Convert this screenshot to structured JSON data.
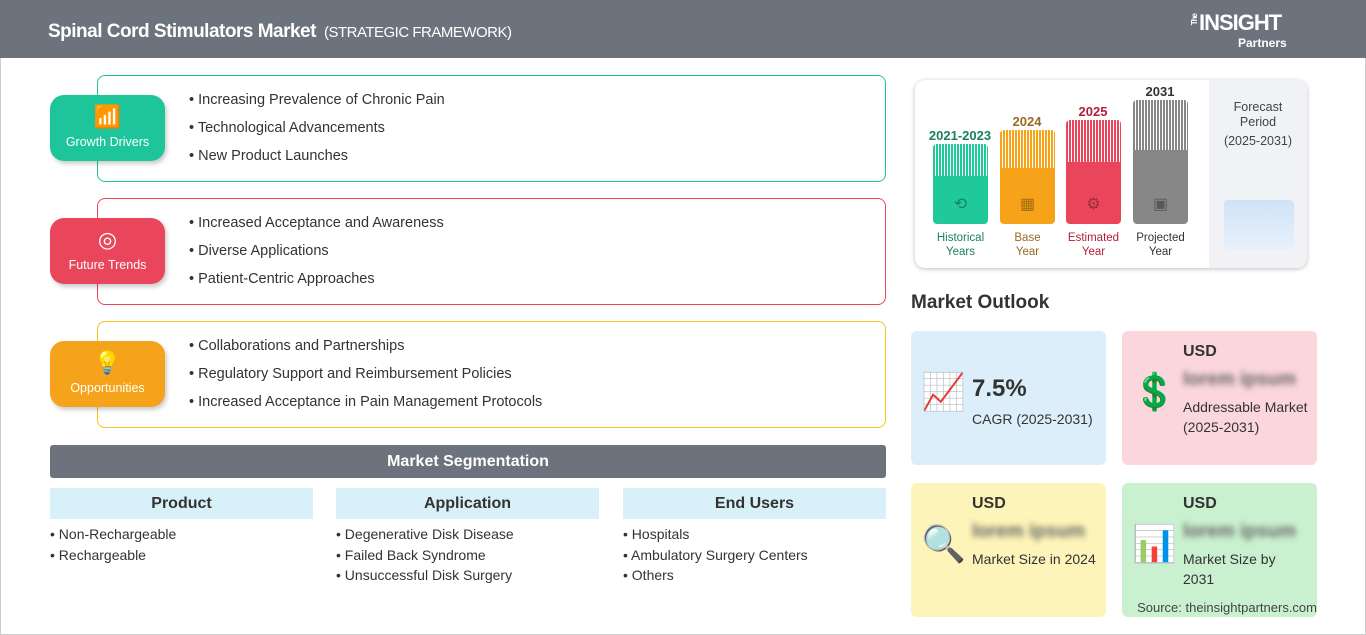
{
  "header": {
    "title": "Spinal Cord Stimulators Market",
    "subtitle": "(STRATEGIC FRAMEWORK)",
    "logo": {
      "the": "The",
      "insight": "INSIGHT",
      "partners": "Partners"
    }
  },
  "framework": [
    {
      "label": "Growth Drivers",
      "icon": "growth-chart-icon",
      "color": "#1fc59a",
      "items": [
        "Increasing Prevalence of Chronic Pain",
        "Technological Advancements",
        "New Product Launches"
      ]
    },
    {
      "label": "Future Trends",
      "icon": "target-icon",
      "color": "#e9455b",
      "items": [
        "Increased Acceptance and Awareness",
        "Diverse Applications",
        "Patient-Centric Approaches"
      ]
    },
    {
      "label": "Opportunities",
      "icon": "lightbulb-hand-icon",
      "color": "#f5a31a",
      "items": [
        "Collaborations and Partnerships",
        "Regulatory Support and Reimbursement Policies",
        "Increased Acceptance in Pain Management Protocols"
      ]
    }
  ],
  "segmentation": {
    "title": "Market Segmentation",
    "columns": [
      {
        "title": "Product",
        "items": [
          "Non-Rechargeable",
          "Rechargeable"
        ]
      },
      {
        "title": "Application",
        "items": [
          "Degenerative Disk Disease",
          "Failed Back Syndrome",
          "Unsuccessful Disk Surgery"
        ]
      },
      {
        "title": "End Users",
        "items": [
          "Hospitals",
          "Ambulatory Surgery Centers",
          "Others"
        ]
      }
    ]
  },
  "timeline": {
    "bars": [
      {
        "year": "2021-2023",
        "label1": "Historical",
        "label2": "Years",
        "color": "#1fc99a",
        "text_color": "#1a7f63",
        "icon": "history-clock-icon"
      },
      {
        "year": "2024",
        "label1": "Base",
        "label2": "Year",
        "color": "#f6a31a",
        "text_color": "#9a6a20",
        "icon": "calendar-icon"
      },
      {
        "year": "2025",
        "label1": "Estimated",
        "label2": "Year",
        "color": "#e9455b",
        "text_color": "#b01f3a",
        "icon": "settings-chart-icon"
      },
      {
        "year": "2031",
        "label1": "Projected",
        "label2": "Year",
        "color": "#878787",
        "text_color": "#333333",
        "icon": "presentation-chart-icon"
      }
    ],
    "forecast": {
      "line1": "Forecast",
      "line2": "Period",
      "range": "(2025-2031)"
    }
  },
  "outlook": {
    "title": "Market Outlook",
    "cards": [
      {
        "value": "7.5%",
        "label": "CAGR (2025-2031)",
        "color": "#dbeef9",
        "icon": "growth-bars-icon"
      },
      {
        "currency": "USD",
        "value": "lorem ipsum",
        "label": "Addressable Market (2025-2031)",
        "color": "#fbd6dd",
        "icon": "dollar-bulb-icon"
      },
      {
        "currency": "USD",
        "value": "lorem ipsum",
        "label": "Market Size in 2024",
        "color": "#fcf4b8",
        "icon": "dollar-search-icon"
      },
      {
        "currency": "USD",
        "value": "lorem ipsum",
        "label": "Market Size by 2031",
        "color": "#c9f1cf",
        "icon": "dollar-chart-icon"
      }
    ]
  },
  "source": "Source: theinsightpartners.com"
}
